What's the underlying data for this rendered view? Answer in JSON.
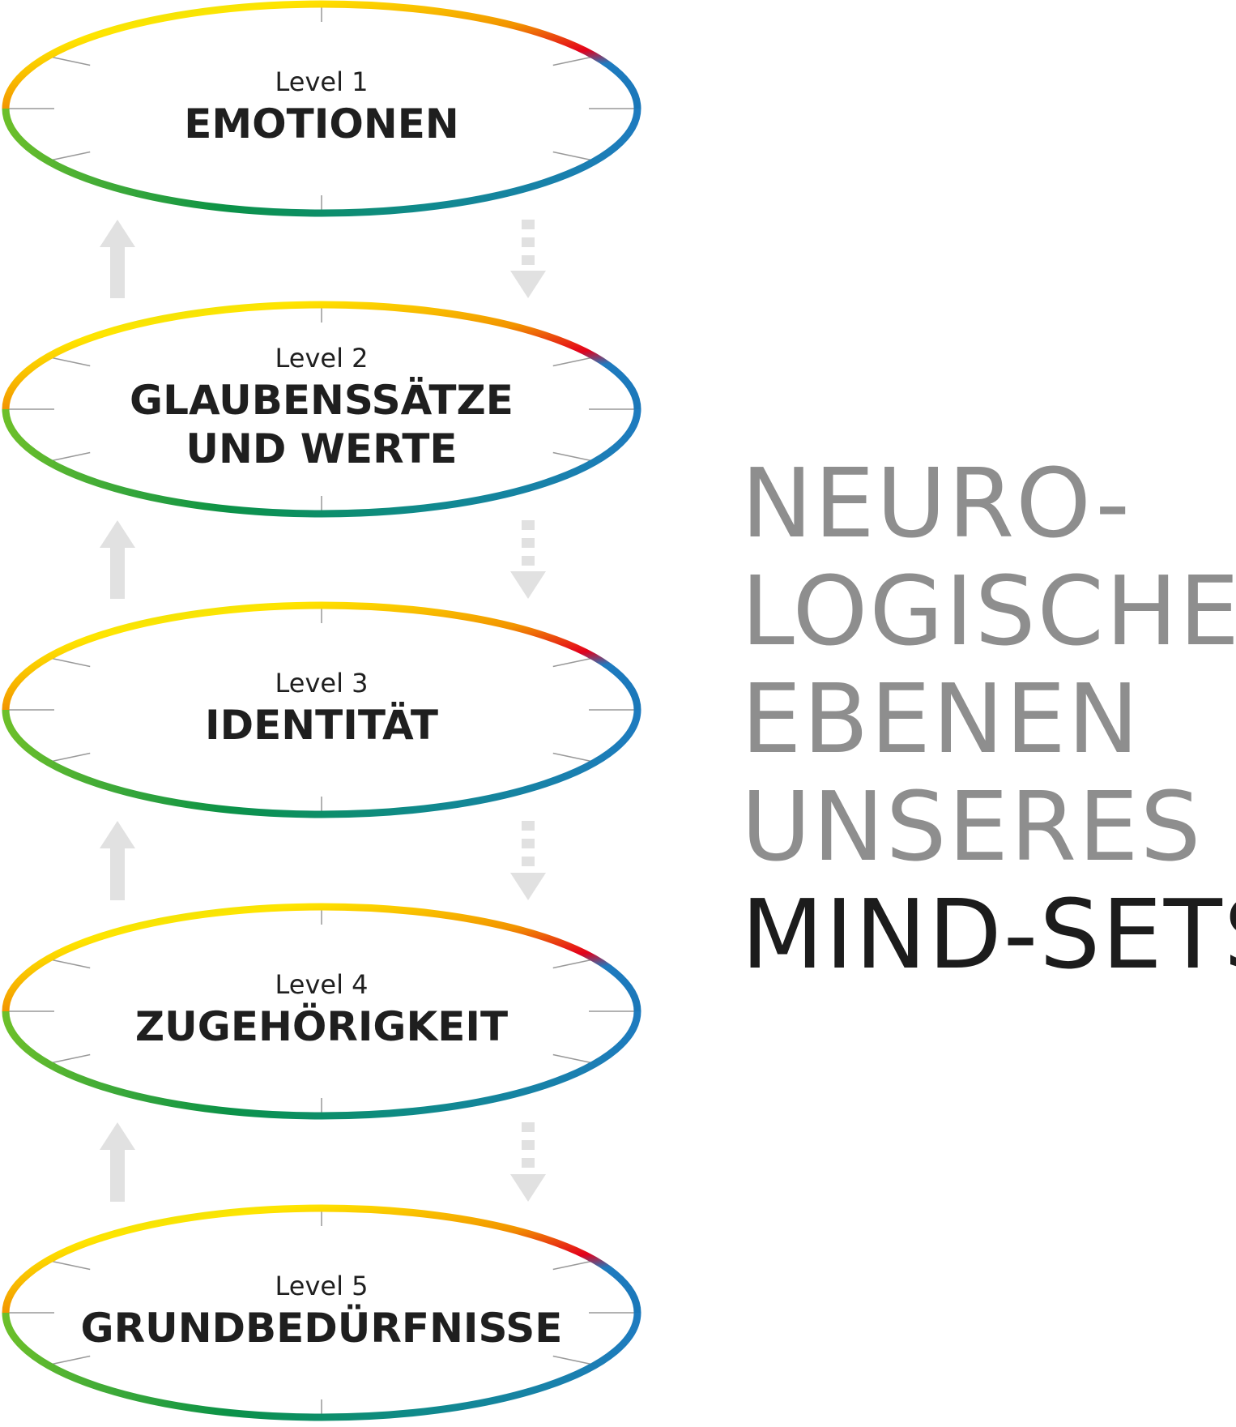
{
  "levels": [
    {
      "level_label": "Level 1",
      "title_lines": [
        "EMOTIONEN"
      ]
    },
    {
      "level_label": "Level 2",
      "title_lines": [
        "GLAUBENSSÄTZE",
        "UND WERTE"
      ]
    },
    {
      "level_label": "Level 3",
      "title_lines": [
        "IDENTITÄT"
      ]
    },
    {
      "level_label": "Level 4",
      "title_lines": [
        "ZUGEHÖRIGKEIT"
      ]
    },
    {
      "level_label": "Level 5",
      "title_lines": [
        "GRUNDBEDÜRFNISSE"
      ]
    }
  ],
  "heading": {
    "lines": [
      "NEURO-",
      "LOGISCHE",
      "EBENEN",
      "UNSERES"
    ],
    "emphasis_line": "MIND-SETS"
  },
  "colors": {
    "ring_gradient": [
      "#e6ec1b",
      "#ffe500",
      "#f7a600",
      "#e3001b",
      "#1e7bbf",
      "#0e8a6b",
      "#2aa63a"
    ],
    "arrow": "#e1e1e1",
    "heading_gray": "#8e8e8e",
    "heading_dark": "#1c1c1c",
    "tick": "#999999"
  }
}
